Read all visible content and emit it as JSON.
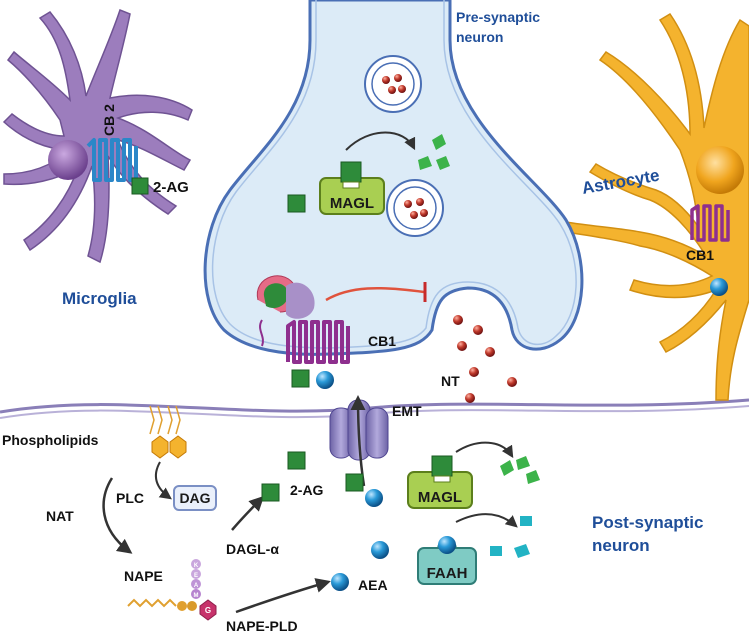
{
  "labels": {
    "presynaptic_line1": "Pre-synaptic",
    "presynaptic_line2": "neuron",
    "postsynaptic_line1": "Post-synaptic",
    "postsynaptic_line2": "neuron",
    "astrocyte": "Astrocyte",
    "microglia": "Microglia",
    "cb2": "CB 2",
    "two_ag_microglia": "2-AG",
    "cb1_astro": "CB1",
    "cb1_pre": "CB1",
    "nt": "NT",
    "emt": "EMT",
    "phospholipids": "Phospholipids",
    "plc": "PLC",
    "dag": "DAG",
    "nat": "NAT",
    "nape": "NAPE",
    "nape_pld": "NAPE-PLD",
    "dagl": "DAGL-α",
    "two_ag_post": "2-AG",
    "aea": "AEA",
    "magl_pre": "MAGL",
    "magl_post": "MAGL",
    "faah": "FAAH",
    "nape_chain": [
      "K",
      "E",
      "A",
      "M"
    ],
    "nape_head": "G"
  },
  "colors": {
    "membrane": "#8a7fb8",
    "presynaptic_fill": "#dcebf7",
    "presynaptic_stroke": "#4a6fb5",
    "astrocyte": "#f4b32e",
    "microglia": "#9c7dbd",
    "receptor": "#8e2f8e",
    "cb2_receptor": "#2b87c8",
    "ligand_2ag": "#2e8b3a",
    "ligand_aea": "#1f8fcf",
    "magl_box": "#a9cf52",
    "faah_box": "#7fcbc4",
    "nt_vesicle": "#b52a2a",
    "label_blue": "#1f4e99"
  },
  "icons": {
    "cb2_receptor": "cb2-receptor-icon",
    "cb1_receptor": "cb1-receptor-icon",
    "emt_transporter": "emt-transporter-icon",
    "g_protein": "g-protein-icon"
  }
}
